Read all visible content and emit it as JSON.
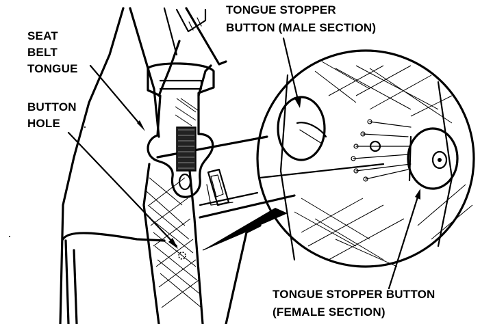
{
  "labels": {
    "seat_belt_tongue": [
      "SEAT",
      "BELT",
      "TONGUE"
    ],
    "button_hole": [
      "BUTTON",
      "HOLE"
    ],
    "tongue_stopper_male": [
      "TONGUE STOPPER",
      "BUTTON (MALE SECTION)"
    ],
    "tongue_stopper_female": [
      "TONGUE STOPPER BUTTON",
      "(FEMALE SECTION)"
    ]
  }
}
